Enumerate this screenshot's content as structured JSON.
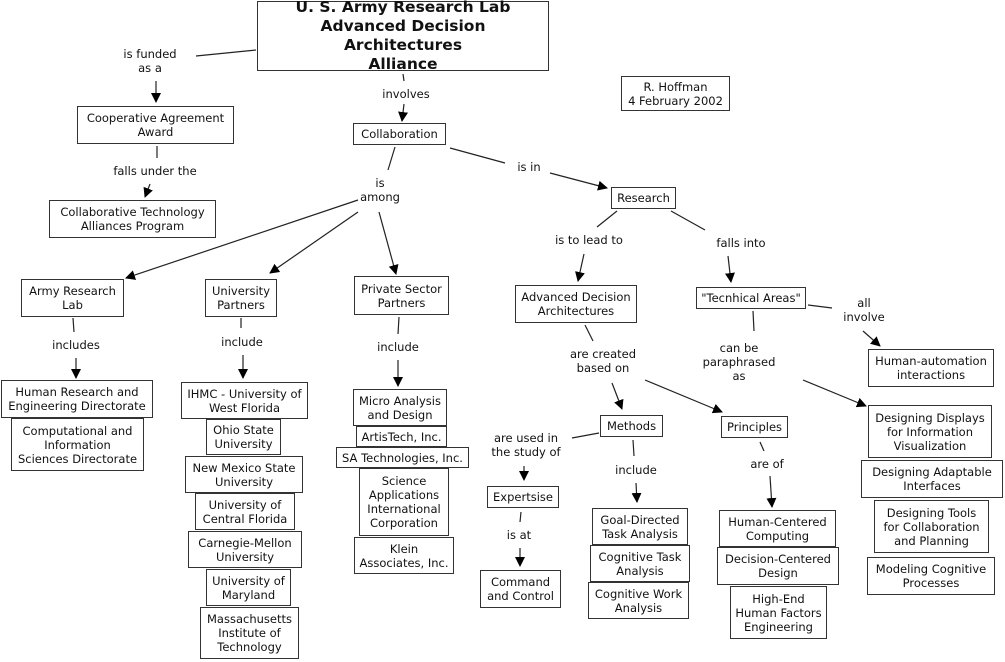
{
  "title": {
    "line": "U. S. Army Research Lab\nAdvanced Decision Architectures\nAlliance"
  },
  "author_note": "R. Hoffman\n4 February 2002",
  "concepts": {
    "coop": "Cooperative  Agreement\nAward",
    "cta": "Collaborative Technology\nAlliances Program",
    "collaboration": "Collaboration",
    "research": "Research",
    "arl": "Army Research\nLab",
    "univ": "University\nPartners",
    "private": "Private Sector\nPartners",
    "ada": "Advanced Decision\nArchitectures",
    "tech_areas": "\"Tecnhical Areas\"",
    "human_automation": "Human-automation\ninteractions",
    "methods": "Methods",
    "principles": "Principles",
    "expertise": "Expertsise",
    "c2": "Command\nand Control"
  },
  "arl_list": [
    "Human Research and\nEngineering Directorate",
    "Computational and\nInformation\nSciences Directorate"
  ],
  "univ_list": [
    "IHMC - University of\nWest Florida",
    "Ohio State\nUniversity",
    "New Mexico State\nUniversity",
    "University of\nCentral Florida",
    "Carnegie-Mellon\nUniversity",
    "University of\nMaryland",
    "Massachusetts\nInstitute of\nTechnology"
  ],
  "private_list": [
    "Micro Analysis\nand Design",
    "ArtisTech, Inc.",
    "SA Technologies, Inc.",
    "Science\nApplications\nInternational\nCorporation",
    "Klein\nAssociates, Inc."
  ],
  "methods_list": [
    "Goal-Directed\nTask Analysis",
    "Cognitive Task\nAnalysis",
    "Cognitive Work\nAnalysis"
  ],
  "principles_list": [
    "Human-Centered\nComputing",
    "Decision-Centered\nDesign",
    "High-End\nHuman Factors\nEngineering"
  ],
  "tech_list": [
    "Designing Displays\nfor Information\nVisualization",
    "Designing  Adaptable\nInterfaces",
    "Designing Tools\nfor Collaboration\nand Planning",
    "Modeling Cognitive\nProcesses"
  ],
  "link_labels": {
    "funded": "is funded\nas a",
    "falls_under": "falls under the",
    "involves": "involves",
    "is_in": "is in",
    "is_among": "is\namong",
    "includes": "includes",
    "univ_include": "include",
    "private_include": "include",
    "lead_to": "is to lead to",
    "falls_into": "falls into",
    "all_involve": "all\ninvolve",
    "paraphrased": "can be\nparaphrased\nas",
    "created_based": "are created\nbased on",
    "used_in": "are used in\nthe study of",
    "methods_include": "include",
    "are_of": "are of",
    "is_at": "is at"
  }
}
